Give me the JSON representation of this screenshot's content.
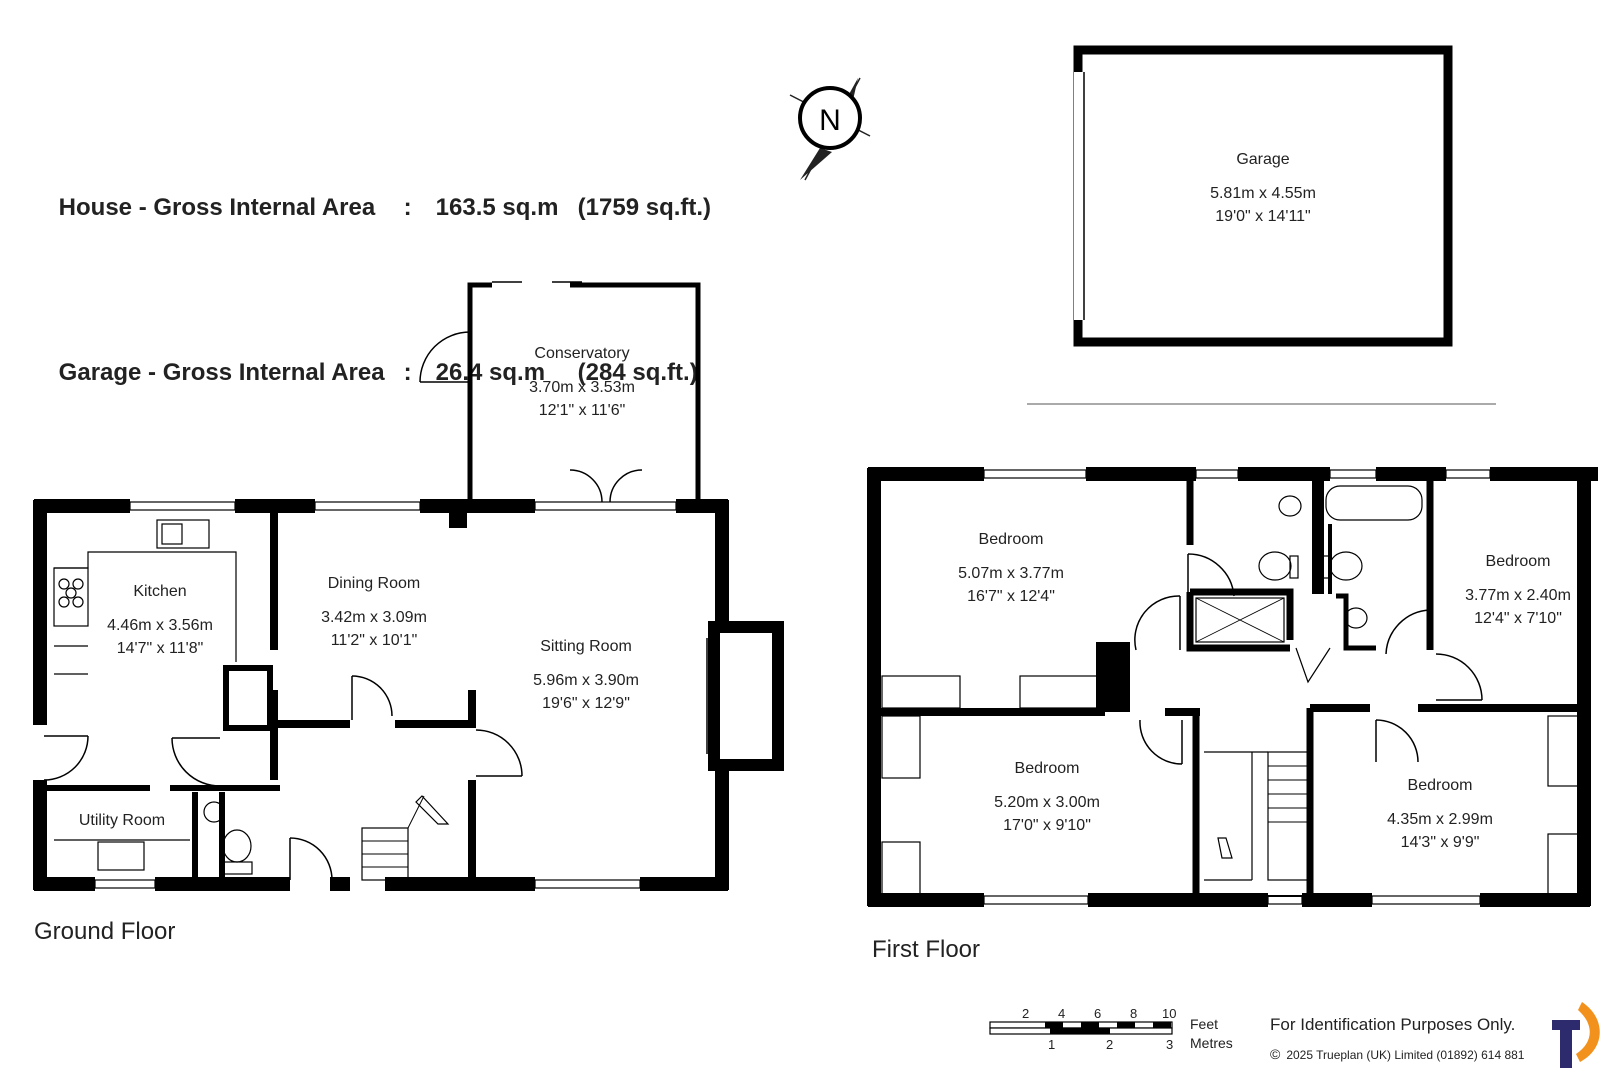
{
  "areas": [
    {
      "label": "House - Gross Internal Area",
      "sep": ":",
      "metric": "163.5 sq.m",
      "imperial": "(1759 sq.ft.)"
    },
    {
      "label": "Garage - Gross Internal Area",
      "sep": ":",
      "metric": "26.4 sq.m",
      "imperial": "(284 sq.ft.)"
    }
  ],
  "compass": {
    "letter": "N"
  },
  "floors": {
    "ground": "Ground Floor",
    "first": "First Floor"
  },
  "rooms": {
    "garage": {
      "name": "Garage",
      "metric": "5.81m  x  4.55m",
      "imperial": "19'0\"  x  14'11\""
    },
    "conservatory": {
      "name": "Conservatory",
      "metric": "3.70m  x  3.53m",
      "imperial": "12'1\"  x  11'6\""
    },
    "kitchen": {
      "name": "Kitchen",
      "metric": "4.46m  x  3.56m",
      "imperial": "14'7\"  x  11'8\""
    },
    "dining": {
      "name": "Dining Room",
      "metric": "3.42m  x  3.09m",
      "imperial": "11'2\"  x  10'1\""
    },
    "sitting": {
      "name": "Sitting Room",
      "metric": "5.96m  x  3.90m",
      "imperial": "19'6\"  x  12'9\""
    },
    "utility": {
      "name": "Utility Room"
    },
    "bedroom1": {
      "name": "Bedroom",
      "metric": "5.07m  x  3.77m",
      "imperial": "16'7\"  x  12'4\""
    },
    "bedroom2": {
      "name": "Bedroom",
      "metric": "3.77m  x  2.40m",
      "imperial": "12'4\"  x  7'10\""
    },
    "bedroom3": {
      "name": "Bedroom",
      "metric": "5.20m  x  3.00m",
      "imperial": "17'0\"  x  9'10\""
    },
    "bedroom4": {
      "name": "Bedroom",
      "metric": "4.35m  x  2.99m",
      "imperial": "14'3\"  x  9'9\""
    }
  },
  "scale": {
    "feet_ticks": [
      "2",
      "4",
      "6",
      "8",
      "10"
    ],
    "metre_ticks": [
      "1",
      "2",
      "3"
    ],
    "feet_label": "Feet",
    "metres_label": "Metres"
  },
  "footer": {
    "disclaimer": "For Identification Purposes Only.",
    "copyright_symbol": "©",
    "copyright": "2025 Trueplan (UK) Limited  (01892) 614 881"
  },
  "colors": {
    "wall": "#000000",
    "text": "#222222",
    "logo_dark": "#2e2a6e",
    "logo_orange": "#f2911b"
  }
}
